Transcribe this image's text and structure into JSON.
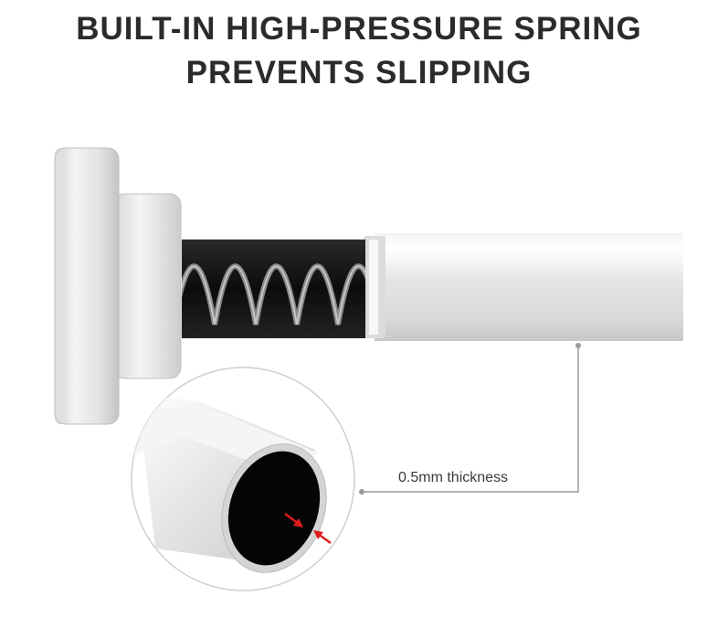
{
  "heading": {
    "line1": "BUILT-IN HIGH-PRESSURE SPRING",
    "line2": "PREVENTS SLIPPING"
  },
  "callout": {
    "label": "0.5mm thickness"
  },
  "colors": {
    "title": "#2b2b2b",
    "rod": "#e6e6e6",
    "spring_tube": "#1a1a1a",
    "arrow": "#e01b1b",
    "callout_line": "#9a9a9a"
  },
  "icons": [
    "spring-illustration",
    "tube-cross-section",
    "thickness-arrows"
  ]
}
